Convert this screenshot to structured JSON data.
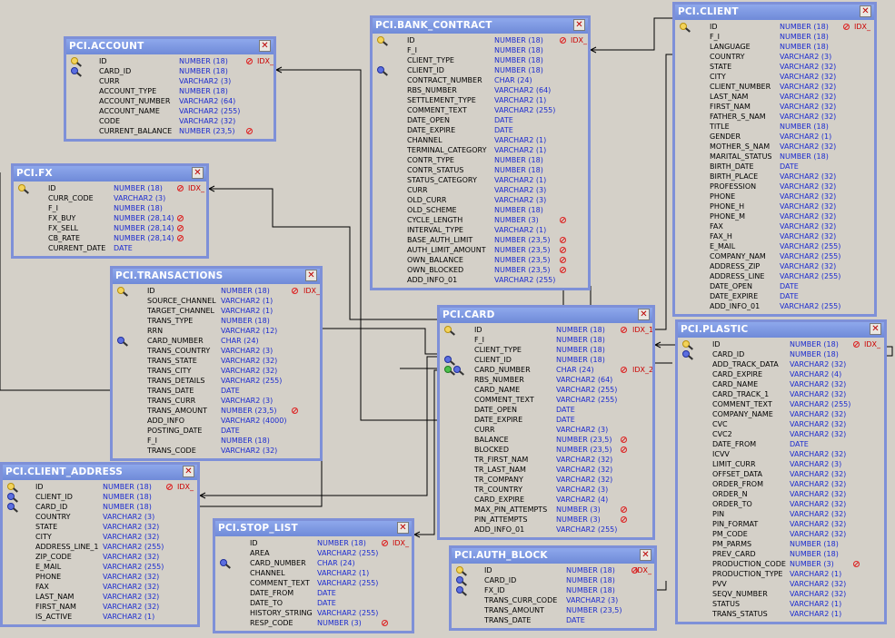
{
  "tables": [
    {
      "id": "account",
      "title": "PCI.ACCOUNT",
      "rows": [
        {
          "name": "ID",
          "type": "NUMBER (18)",
          "nn": true,
          "idx": "IDX_",
          "key": "gold"
        },
        {
          "name": "CARD_ID",
          "type": "NUMBER (18)",
          "key": "blue"
        },
        {
          "name": "CURR",
          "type": "VARCHAR2 (3)"
        },
        {
          "name": "ACCOUNT_TYPE",
          "type": "NUMBER (18)"
        },
        {
          "name": "ACCOUNT_NUMBER",
          "type": "VARCHAR2 (64)"
        },
        {
          "name": "ACCOUNT_NAME",
          "type": "VARCHAR2 (255)"
        },
        {
          "name": "CODE",
          "type": "VARCHAR2 (32)"
        },
        {
          "name": "CURRENT_BALANCE",
          "type": "NUMBER (23,5)",
          "nn": true
        }
      ]
    },
    {
      "id": "fx",
      "title": "PCI.FX",
      "rows": [
        {
          "name": "ID",
          "type": "NUMBER (18)",
          "nn": true,
          "idx": "IDX_",
          "key": "gold"
        },
        {
          "name": "CURR_CODE",
          "type": "VARCHAR2 (3)"
        },
        {
          "name": "F_I",
          "type": "NUMBER (18)"
        },
        {
          "name": "FX_BUY",
          "type": "NUMBER (28,14)",
          "nn": true
        },
        {
          "name": "FX_SELL",
          "type": "NUMBER (28,14)",
          "nn": true
        },
        {
          "name": "CB_RATE",
          "type": "NUMBER (28,14)",
          "nn": true
        },
        {
          "name": "CURRENT_DATE",
          "type": "DATE"
        }
      ]
    },
    {
      "id": "transactions",
      "title": "PCI.TRANSACTIONS",
      "rows": [
        {
          "name": "ID",
          "type": "NUMBER (18)",
          "nn": true,
          "idx": "IDX_",
          "key": "gold"
        },
        {
          "name": "SOURCE_CHANNEL",
          "type": "VARCHAR2 (1)"
        },
        {
          "name": "TARGET_CHANNEL",
          "type": "VARCHAR2 (1)"
        },
        {
          "name": "TRANS_TYPE",
          "type": "NUMBER (18)"
        },
        {
          "name": "RRN",
          "type": "VARCHAR2 (12)"
        },
        {
          "name": "CARD_NUMBER",
          "type": "CHAR (24)",
          "key": "blue"
        },
        {
          "name": "TRANS_COUNTRY",
          "type": "VARCHAR2 (3)"
        },
        {
          "name": "TRANS_STATE",
          "type": "VARCHAR2 (32)"
        },
        {
          "name": "TRANS_CITY",
          "type": "VARCHAR2 (32)"
        },
        {
          "name": "TRANS_DETAILS",
          "type": "VARCHAR2 (255)"
        },
        {
          "name": "TRANS_DATE",
          "type": "DATE"
        },
        {
          "name": "TRANS_CURR",
          "type": "VARCHAR2 (3)"
        },
        {
          "name": "TRANS_AMOUNT",
          "type": "NUMBER (23,5)",
          "nn": true
        },
        {
          "name": "ADD_INFO",
          "type": "VARCHAR2 (4000)"
        },
        {
          "name": "POSTING_DATE",
          "type": "DATE"
        },
        {
          "name": "F_I",
          "type": "NUMBER (18)"
        },
        {
          "name": "TRANS_CODE",
          "type": "VARCHAR2 (32)"
        }
      ]
    },
    {
      "id": "client_address",
      "title": "PCI.CLIENT_ADDRESS",
      "rows": [
        {
          "name": "ID",
          "type": "NUMBER (18)",
          "nn": true,
          "idx": "IDX_",
          "key": "gold"
        },
        {
          "name": "CLIENT_ID",
          "type": "NUMBER (18)",
          "key": "blue"
        },
        {
          "name": "CARD_ID",
          "type": "NUMBER (18)",
          "key": "blue"
        },
        {
          "name": "COUNTRY",
          "type": "VARCHAR2 (3)"
        },
        {
          "name": "STATE",
          "type": "VARCHAR2 (32)"
        },
        {
          "name": "CITY",
          "type": "VARCHAR2 (32)"
        },
        {
          "name": "ADDRESS_LINE_1",
          "type": "VARCHAR2 (255)"
        },
        {
          "name": "ZIP_CODE",
          "type": "VARCHAR2 (32)"
        },
        {
          "name": "E_MAIL",
          "type": "VARCHAR2 (255)"
        },
        {
          "name": "PHONE",
          "type": "VARCHAR2 (32)"
        },
        {
          "name": "FAX",
          "type": "VARCHAR2 (32)"
        },
        {
          "name": "LAST_NAM",
          "type": "VARCHAR2 (32)"
        },
        {
          "name": "FIRST_NAM",
          "type": "VARCHAR2 (32)"
        },
        {
          "name": "IS_ACTIVE",
          "type": "VARCHAR2 (1)"
        }
      ]
    },
    {
      "id": "stop_list",
      "title": "PCI.STOP_LIST",
      "rows": [
        {
          "name": "ID",
          "type": "NUMBER (18)",
          "nn": true,
          "idx": "IDX_"
        },
        {
          "name": "AREA",
          "type": "VARCHAR2 (255)"
        },
        {
          "name": "CARD_NUMBER",
          "type": "CHAR (24)",
          "key": "blue"
        },
        {
          "name": "CHANNEL",
          "type": "VARCHAR2 (1)"
        },
        {
          "name": "COMMENT_TEXT",
          "type": "VARCHAR2 (255)"
        },
        {
          "name": "DATE_FROM",
          "type": "DATE"
        },
        {
          "name": "DATE_TO",
          "type": "DATE"
        },
        {
          "name": "HISTORY_STRING",
          "type": "VARCHAR2 (255)"
        },
        {
          "name": "RESP_CODE",
          "type": "NUMBER (3)",
          "nn": true
        }
      ]
    },
    {
      "id": "bank_contract",
      "title": "PCI.BANK_CONTRACT",
      "rows": [
        {
          "name": "ID",
          "type": "NUMBER (18)",
          "nn": true,
          "idx": "IDX_",
          "key": "gold"
        },
        {
          "name": "F_I",
          "type": "NUMBER (18)"
        },
        {
          "name": "CLIENT_TYPE",
          "type": "NUMBER (18)"
        },
        {
          "name": "CLIENT_ID",
          "type": "NUMBER (18)",
          "key": "blue"
        },
        {
          "name": "CONTRACT_NUMBER",
          "type": "CHAR (24)"
        },
        {
          "name": "RBS_NUMBER",
          "type": "VARCHAR2 (64)"
        },
        {
          "name": "SETTLEMENT_TYPE",
          "type": "VARCHAR2 (1)"
        },
        {
          "name": "COMMENT_TEXT",
          "type": "VARCHAR2 (255)"
        },
        {
          "name": "DATE_OPEN",
          "type": "DATE"
        },
        {
          "name": "DATE_EXPIRE",
          "type": "DATE"
        },
        {
          "name": "CHANNEL",
          "type": "VARCHAR2 (1)"
        },
        {
          "name": "TERMINAL_CATEGORY",
          "type": "VARCHAR2 (1)"
        },
        {
          "name": "CONTR_TYPE",
          "type": "NUMBER (18)"
        },
        {
          "name": "CONTR_STATUS",
          "type": "NUMBER (18)"
        },
        {
          "name": "STATUS_CATEGORY",
          "type": "VARCHAR2 (1)"
        },
        {
          "name": "CURR",
          "type": "VARCHAR2 (3)"
        },
        {
          "name": "OLD_CURR",
          "type": "VARCHAR2 (3)"
        },
        {
          "name": "OLD_SCHEME",
          "type": "NUMBER (18)"
        },
        {
          "name": "CYCLE_LENGTH",
          "type": "NUMBER (3)",
          "nn": true
        },
        {
          "name": "INTERVAL_TYPE",
          "type": "VARCHAR2 (1)"
        },
        {
          "name": "BASE_AUTH_LIMIT",
          "type": "NUMBER (23,5)",
          "nn": true
        },
        {
          "name": "AUTH_LIMIT_AMOUNT",
          "type": "NUMBER (23,5)",
          "nn": true
        },
        {
          "name": "OWN_BALANCE",
          "type": "NUMBER (23,5)",
          "nn": true
        },
        {
          "name": "OWN_BLOCKED",
          "type": "NUMBER (23,5)",
          "nn": true
        },
        {
          "name": "ADD_INFO_01",
          "type": "VARCHAR2 (255)"
        }
      ]
    },
    {
      "id": "card",
      "title": "PCI.CARD",
      "rows": [
        {
          "name": "ID",
          "type": "NUMBER (18)",
          "nn": true,
          "idx": "IDX_1",
          "key": "gold"
        },
        {
          "name": "F_I",
          "type": "NUMBER (18)"
        },
        {
          "name": "CLIENT_TYPE",
          "type": "NUMBER (18)"
        },
        {
          "name": "CLIENT_ID",
          "type": "NUMBER (18)",
          "key": "blue"
        },
        {
          "name": "CARD_NUMBER",
          "type": "CHAR (24)",
          "nn": true,
          "idx": "IDX_2",
          "key": "green"
        },
        {
          "name": "RBS_NUMBER",
          "type": "VARCHAR2 (64)"
        },
        {
          "name": "CARD_NAME",
          "type": "VARCHAR2 (255)"
        },
        {
          "name": "COMMENT_TEXT",
          "type": "VARCHAR2 (255)"
        },
        {
          "name": "DATE_OPEN",
          "type": "DATE"
        },
        {
          "name": "DATE_EXPIRE",
          "type": "DATE"
        },
        {
          "name": "CURR",
          "type": "VARCHAR2 (3)"
        },
        {
          "name": "BALANCE",
          "type": "NUMBER (23,5)",
          "nn": true
        },
        {
          "name": "BLOCKED",
          "type": "NUMBER (23,5)",
          "nn": true
        },
        {
          "name": "TR_FIRST_NAM",
          "type": "VARCHAR2 (32)"
        },
        {
          "name": "TR_LAST_NAM",
          "type": "VARCHAR2 (32)"
        },
        {
          "name": "TR_COMPANY",
          "type": "VARCHAR2 (32)"
        },
        {
          "name": "TR_COUNTRY",
          "type": "VARCHAR2 (3)"
        },
        {
          "name": "CARD_EXPIRE",
          "type": "VARCHAR2 (4)"
        },
        {
          "name": "MAX_PIN_ATTEMPTS",
          "type": "NUMBER (3)",
          "nn": true
        },
        {
          "name": "PIN_ATTEMPTS",
          "type": "NUMBER (3)",
          "nn": true
        },
        {
          "name": "ADD_INFO_01",
          "type": "VARCHAR2 (255)"
        }
      ]
    },
    {
      "id": "auth_block",
      "title": "PCI.AUTH_BLOCK",
      "rows": [
        {
          "name": "ID",
          "type": "NUMBER (18)",
          "nn": true,
          "idx": "IDX_",
          "key": "gold"
        },
        {
          "name": "CARD_ID",
          "type": "NUMBER (18)",
          "key": "blue"
        },
        {
          "name": "FX_ID",
          "type": "NUMBER (18)",
          "key": "blue"
        },
        {
          "name": "TRANS_CURR_CODE",
          "type": "VARCHAR2 (3)"
        },
        {
          "name": "TRANS_AMOUNT",
          "type": "NUMBER (23,5)"
        },
        {
          "name": "TRANS_DATE",
          "type": "DATE"
        }
      ]
    },
    {
      "id": "client",
      "title": "PCI.CLIENT",
      "rows": [
        {
          "name": "ID",
          "type": "NUMBER (18)",
          "nn": true,
          "idx": "IDX_",
          "key": "gold"
        },
        {
          "name": "F_I",
          "type": "NUMBER (18)"
        },
        {
          "name": "LANGUAGE",
          "type": "NUMBER (18)"
        },
        {
          "name": "COUNTRY",
          "type": "VARCHAR2 (3)"
        },
        {
          "name": "STATE",
          "type": "VARCHAR2 (32)"
        },
        {
          "name": "CITY",
          "type": "VARCHAR2 (32)"
        },
        {
          "name": "CLIENT_NUMBER",
          "type": "VARCHAR2 (32)"
        },
        {
          "name": "LAST_NAM",
          "type": "VARCHAR2 (32)"
        },
        {
          "name": "FIRST_NAM",
          "type": "VARCHAR2 (32)"
        },
        {
          "name": "FATHER_S_NAM",
          "type": "VARCHAR2 (32)"
        },
        {
          "name": "TITLE",
          "type": "NUMBER (18)"
        },
        {
          "name": "GENDER",
          "type": "VARCHAR2 (1)"
        },
        {
          "name": "MOTHER_S_NAM",
          "type": "VARCHAR2 (32)"
        },
        {
          "name": "MARITAL_STATUS",
          "type": "NUMBER (18)"
        },
        {
          "name": "BIRTH_DATE",
          "type": "DATE"
        },
        {
          "name": "BIRTH_PLACE",
          "type": "VARCHAR2 (32)"
        },
        {
          "name": "PROFESSION",
          "type": "VARCHAR2 (32)"
        },
        {
          "name": "PHONE",
          "type": "VARCHAR2 (32)"
        },
        {
          "name": "PHONE_H",
          "type": "VARCHAR2 (32)"
        },
        {
          "name": "PHONE_M",
          "type": "VARCHAR2 (32)"
        },
        {
          "name": "FAX",
          "type": "VARCHAR2 (32)"
        },
        {
          "name": "FAX_H",
          "type": "VARCHAR2 (32)"
        },
        {
          "name": "E_MAIL",
          "type": "VARCHAR2 (255)"
        },
        {
          "name": "COMPANY_NAM",
          "type": "VARCHAR2 (255)"
        },
        {
          "name": "ADDRESS_ZIP",
          "type": "VARCHAR2 (32)"
        },
        {
          "name": "ADDRESS_LINE",
          "type": "VARCHAR2 (255)"
        },
        {
          "name": "DATE_OPEN",
          "type": "DATE"
        },
        {
          "name": "DATE_EXPIRE",
          "type": "DATE"
        },
        {
          "name": "ADD_INFO_01",
          "type": "VARCHAR2 (255)"
        }
      ]
    },
    {
      "id": "plastic",
      "title": "PCI.PLASTIC",
      "rows": [
        {
          "name": "ID",
          "type": "NUMBER (18)",
          "nn": true,
          "idx": "IDX_",
          "key": "gold"
        },
        {
          "name": "CARD_ID",
          "type": "NUMBER (18)",
          "key": "blue"
        },
        {
          "name": "ADD_TRACK_DATA",
          "type": "VARCHAR2 (32)"
        },
        {
          "name": "CARD_EXPIRE",
          "type": "VARCHAR2 (4)"
        },
        {
          "name": "CARD_NAME",
          "type": "VARCHAR2 (32)"
        },
        {
          "name": "CARD_TRACK_1",
          "type": "VARCHAR2 (32)"
        },
        {
          "name": "COMMENT_TEXT",
          "type": "VARCHAR2 (255)"
        },
        {
          "name": "COMPANY_NAME",
          "type": "VARCHAR2 (32)"
        },
        {
          "name": "CVC",
          "type": "VARCHAR2 (32)"
        },
        {
          "name": "CVC2",
          "type": "VARCHAR2 (32)"
        },
        {
          "name": "DATE_FROM",
          "type": "DATE"
        },
        {
          "name": "ICVV",
          "type": "VARCHAR2 (32)"
        },
        {
          "name": "LIMIT_CURR",
          "type": "VARCHAR2 (3)"
        },
        {
          "name": "OFFSET_DATA",
          "type": "VARCHAR2 (32)"
        },
        {
          "name": "ORDER_FROM",
          "type": "VARCHAR2 (32)"
        },
        {
          "name": "ORDER_N",
          "type": "VARCHAR2 (32)"
        },
        {
          "name": "ORDER_TO",
          "type": "VARCHAR2 (32)"
        },
        {
          "name": "PIN",
          "type": "VARCHAR2 (32)"
        },
        {
          "name": "PIN_FORMAT",
          "type": "VARCHAR2 (32)"
        },
        {
          "name": "PM_CODE",
          "type": "VARCHAR2 (32)"
        },
        {
          "name": "PM_PARMS",
          "type": "NUMBER (18)"
        },
        {
          "name": "PREV_CARD",
          "type": "NUMBER (18)"
        },
        {
          "name": "PRODUCTION_CODE",
          "type": "NUMBER (3)",
          "nn": true
        },
        {
          "name": "PRODUCTION_TYPE",
          "type": "VARCHAR2 (1)"
        },
        {
          "name": "PVV",
          "type": "VARCHAR2 (32)"
        },
        {
          "name": "SEQV_NUMBER",
          "type": "VARCHAR2 (32)"
        },
        {
          "name": "STATUS",
          "type": "VARCHAR2 (1)"
        },
        {
          "name": "TRANS_STATUS",
          "type": "VARCHAR2 (1)"
        }
      ]
    }
  ]
}
